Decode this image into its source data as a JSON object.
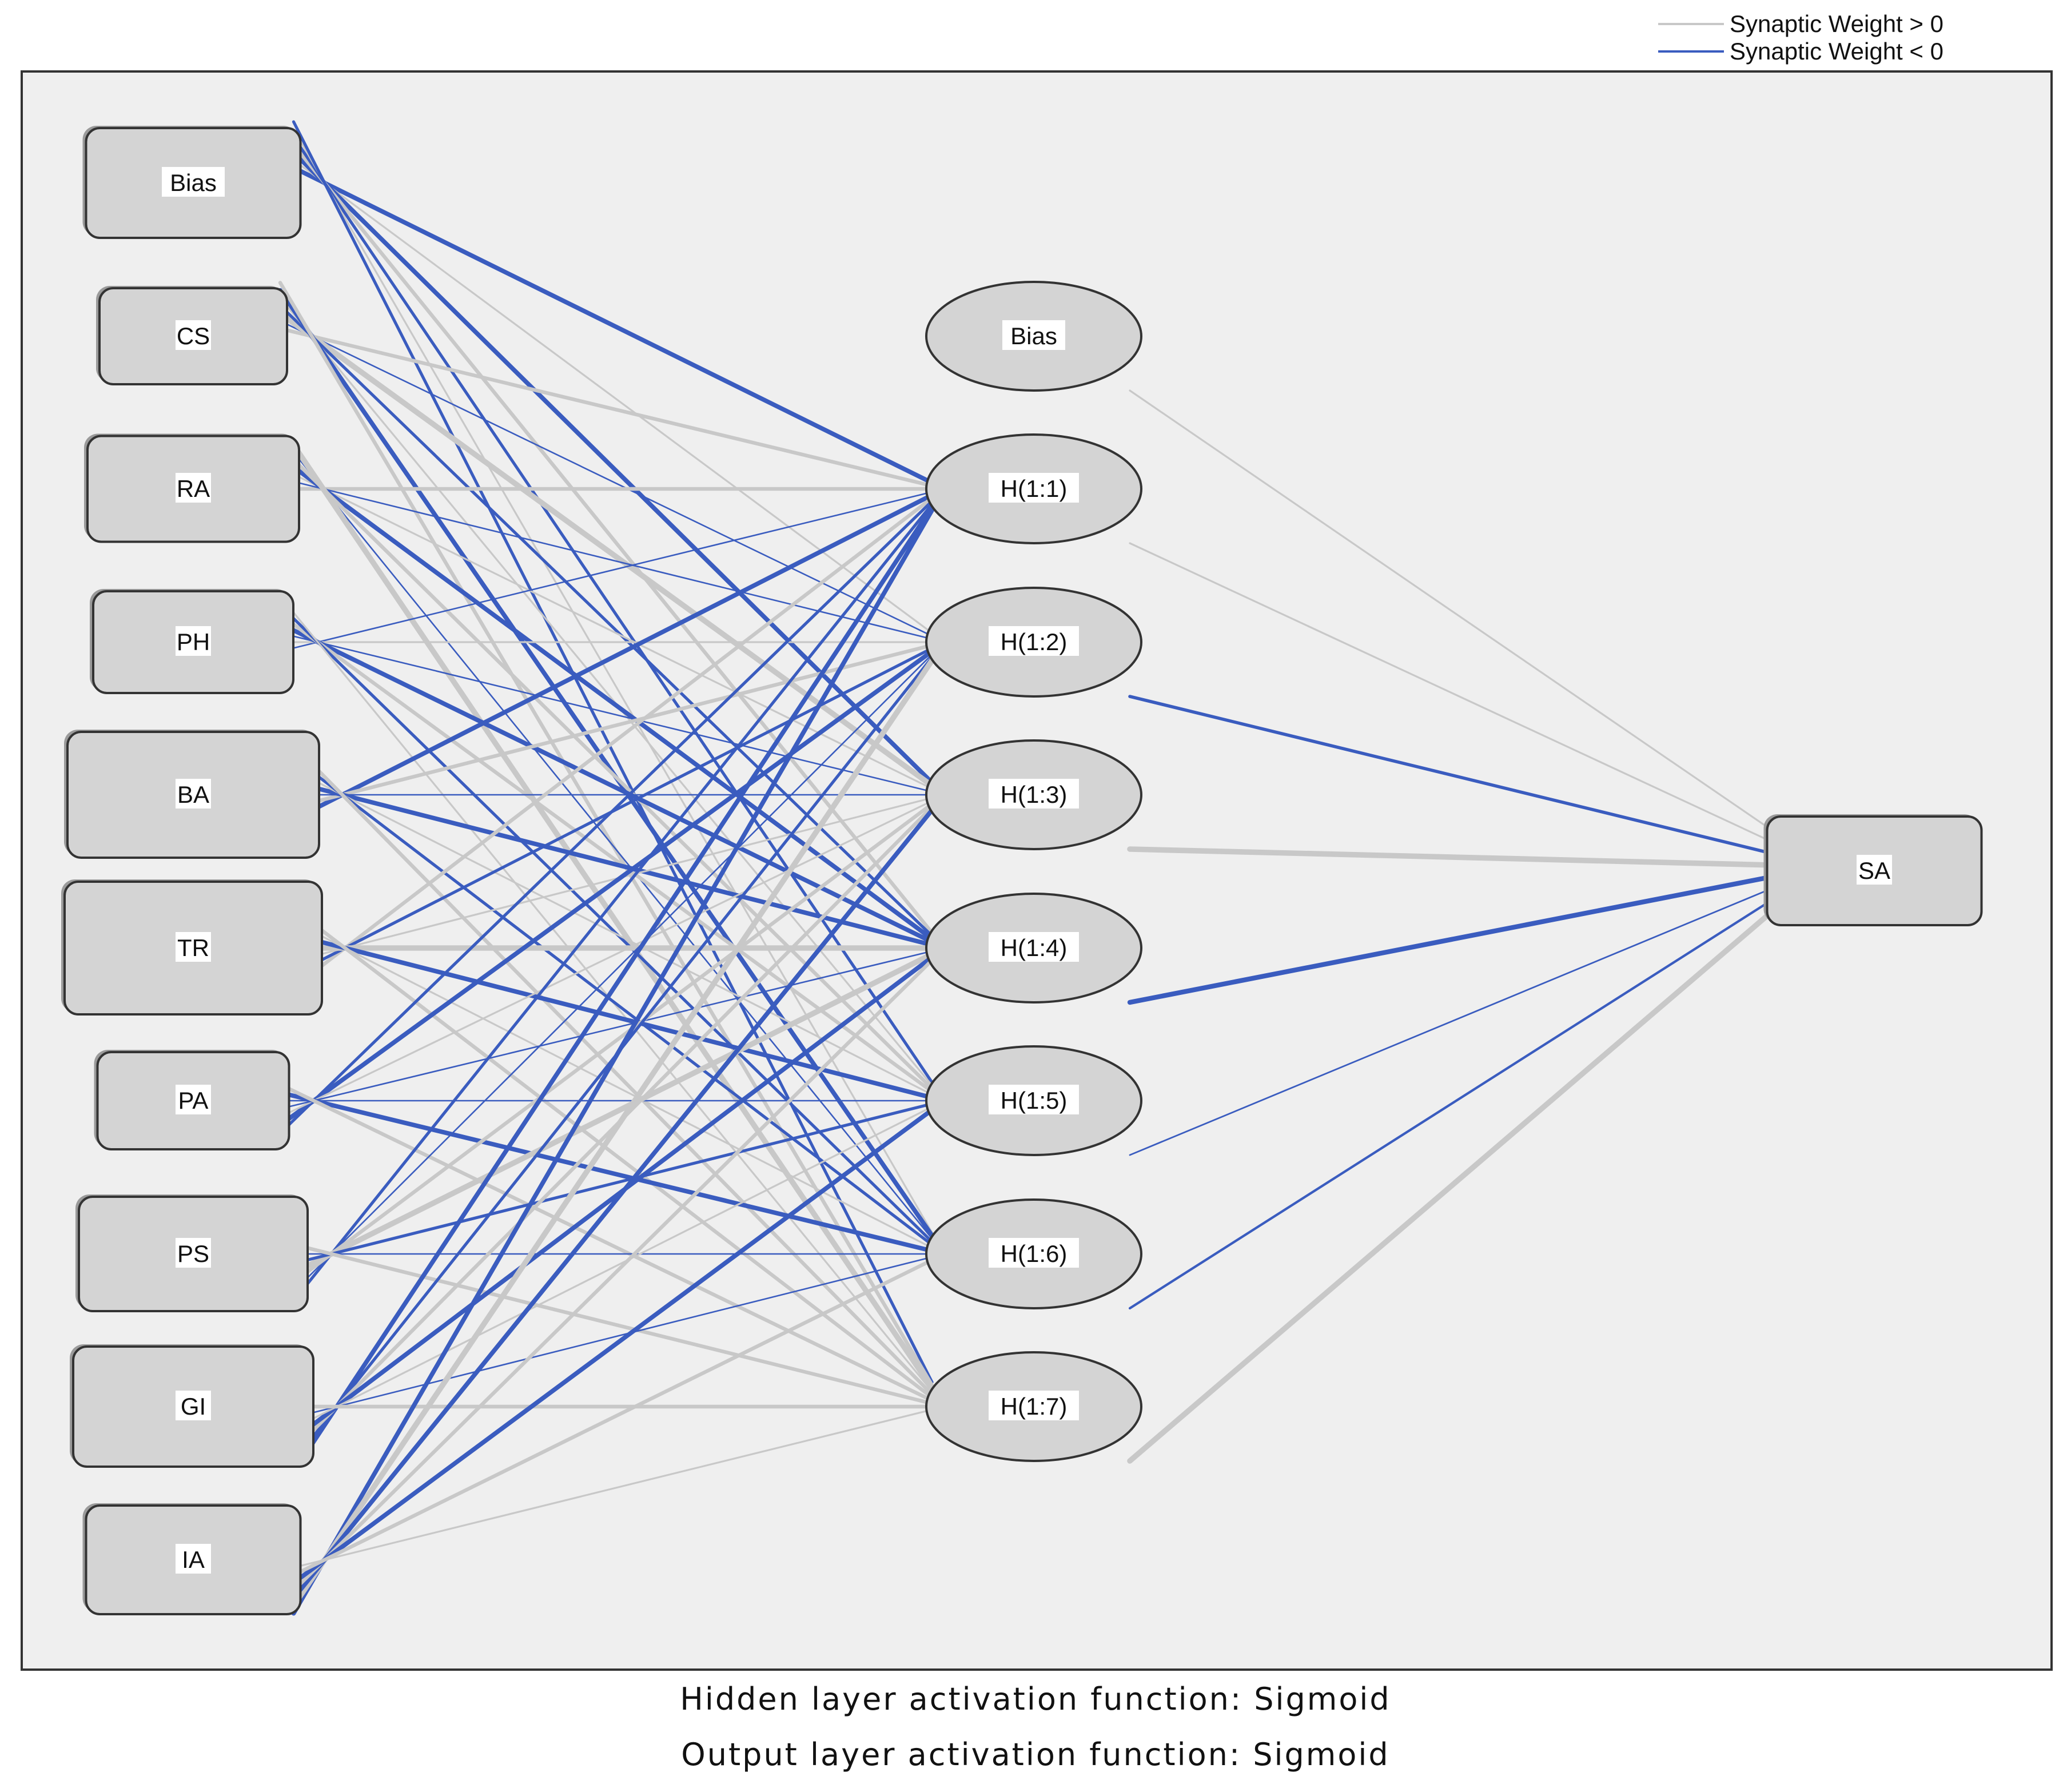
{
  "legend": {
    "positive_label": "Synaptic Weight > 0",
    "negative_label": "Synaptic Weight < 0",
    "positive_color": "#c8c8c8",
    "negative_color": "#3a5cbf"
  },
  "colors": {
    "panel_background": "#efefef",
    "node_fill": "#d4d4d4",
    "node_stroke": "#333333",
    "label_background": "#ffffff"
  },
  "input_layer": [
    "Bias",
    "CS",
    "RA",
    "PH",
    "BA",
    "TR",
    "PA",
    "PS",
    "GI",
    "IA"
  ],
  "hidden_layer": [
    "Bias",
    "H(1:1)",
    "H(1:2)",
    "H(1:3)",
    "H(1:4)",
    "H(1:5)",
    "H(1:6)",
    "H(1:7)"
  ],
  "output_layer": [
    "SA"
  ],
  "output_connections": [
    {
      "from": "Bias",
      "sign": "positive",
      "weight": 1
    },
    {
      "from": "H(1:1)",
      "sign": "positive",
      "weight": 1
    },
    {
      "from": "H(1:2)",
      "sign": "negative",
      "weight": 2
    },
    {
      "from": "H(1:3)",
      "sign": "positive",
      "weight": 3
    },
    {
      "from": "H(1:4)",
      "sign": "negative",
      "weight": 3
    },
    {
      "from": "H(1:5)",
      "sign": "negative",
      "weight": 1
    },
    {
      "from": "H(1:6)",
      "sign": "negative",
      "weight": 1.5
    },
    {
      "from": "H(1:7)",
      "sign": "positive",
      "weight": 3
    }
  ],
  "footer": {
    "hidden_activation": "Hidden layer activation function: Sigmoid",
    "output_activation": "Output layer activation function: Sigmoid"
  }
}
